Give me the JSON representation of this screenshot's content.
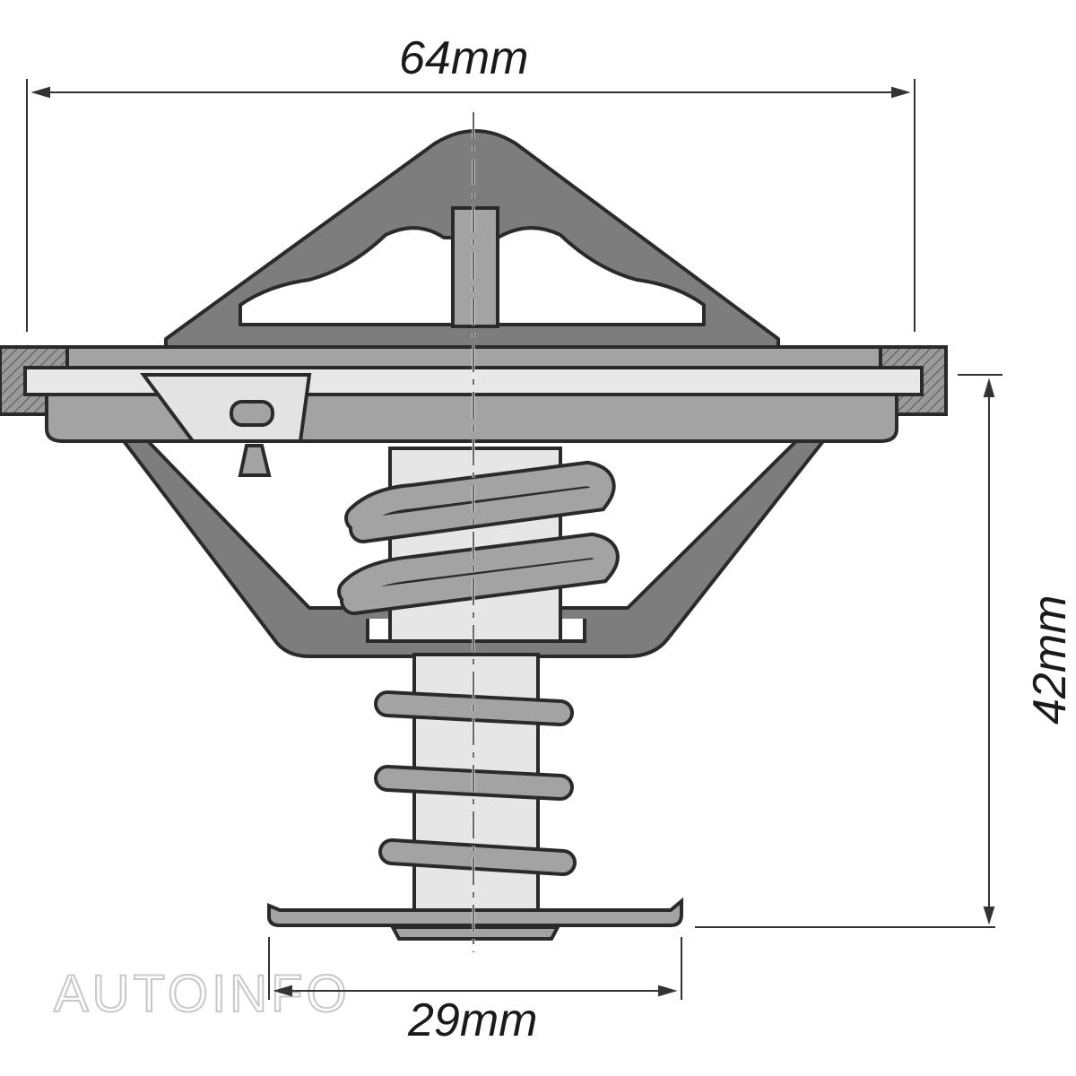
{
  "dimensions": {
    "width_label": "64mm",
    "height_label": "42mm",
    "base_label": "29mm"
  },
  "watermark": {
    "text": "AUTOINFO"
  },
  "colors": {
    "body_fill": "#7d7d7d",
    "mid_fill": "#a3a3a3",
    "light_fill": "#d7d7d7",
    "outline": "#2a2a2a",
    "dim_line": "#333333"
  }
}
